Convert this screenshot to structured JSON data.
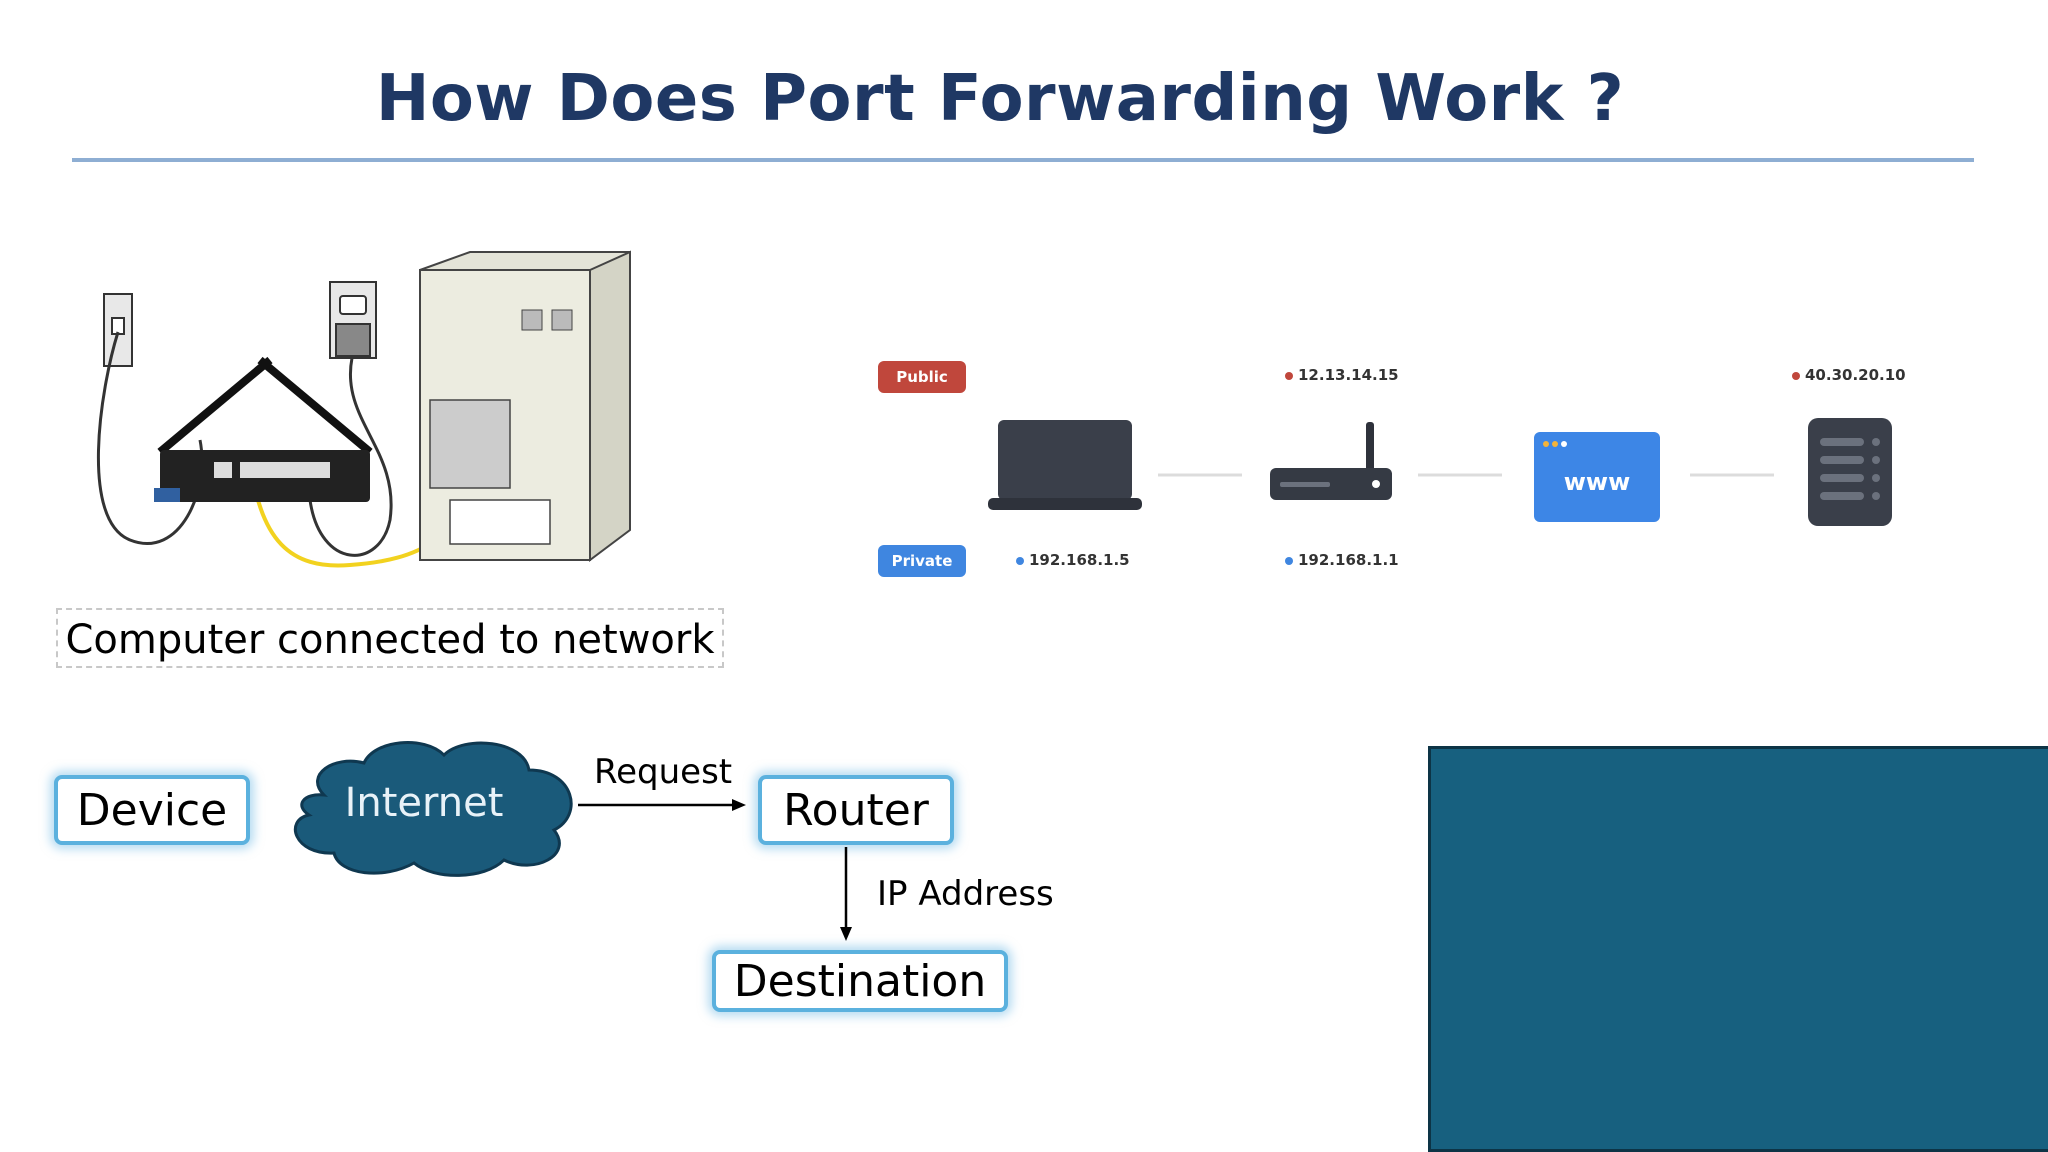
{
  "slide": {
    "title": "How Does Port Forwarding Work ?"
  },
  "hardware": {
    "caption": "Computer connected to network"
  },
  "network": {
    "public_label": "Public",
    "private_label": "Private",
    "www_label": "www",
    "router_public_ip": "12.13.14.15",
    "server_public_ip": "40.30.20.10",
    "laptop_private_ip": "192.168.1.5",
    "router_private_ip": "192.168.1.1",
    "colors": {
      "public": "#c0473c",
      "private": "#3f86e0",
      "www_box": "#3d86e6"
    }
  },
  "flow": {
    "device": "Device",
    "internet": "Internet",
    "request": "Request",
    "router": "Router",
    "ip_address": "IP Address",
    "destination": "Destination",
    "colors": {
      "cloud": "#1a5a7a",
      "box_border": "#5bb1de"
    }
  },
  "colors": {
    "title": "#1f3864",
    "rule": "#8eaed3",
    "placeholder": "#17607f"
  }
}
